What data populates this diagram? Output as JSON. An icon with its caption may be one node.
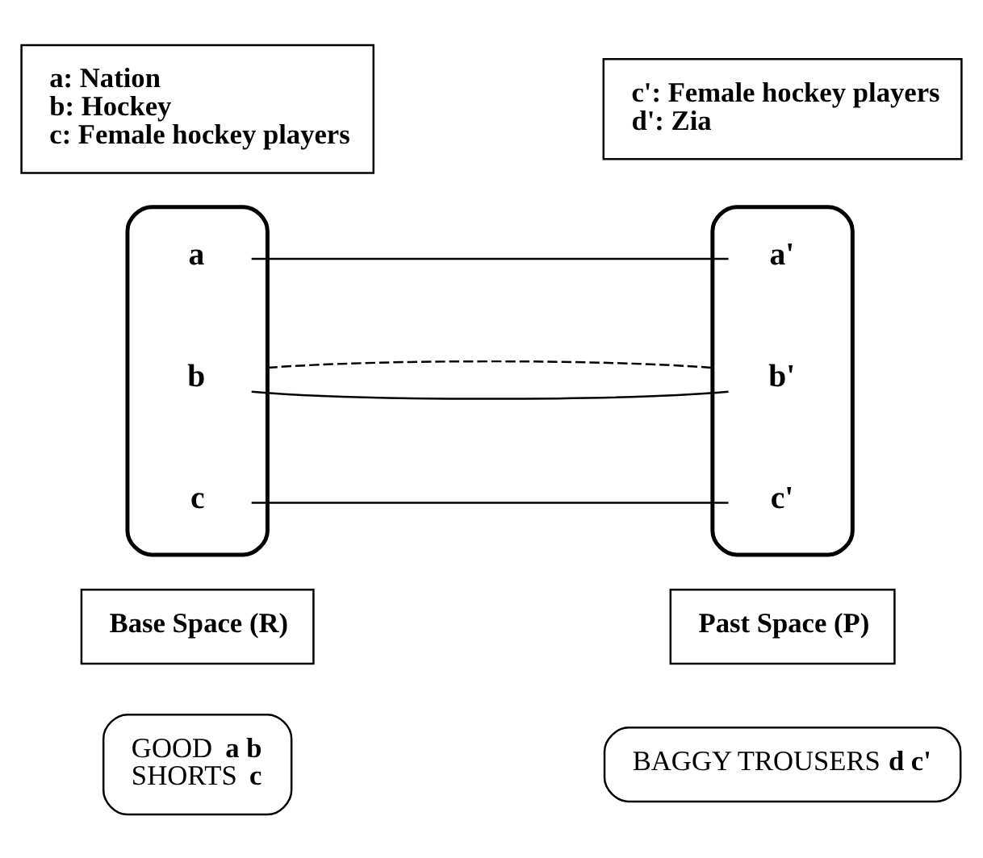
{
  "diagram": {
    "nodes": [
      {
        "text": [
          "a: Nation",
          "b: Hockey",
          "c: Female hockey players"
        ]
      },
      {
        "text": [
          "c': Female hockey players",
          "d': Zia"
        ]
      },
      {
        "text": [],
        "shape": "ellipse"
      },
      {
        "text": [
          "a"
        ],
        "in": 2
      },
      {
        "text": [
          "b"
        ],
        "in": 2
      },
      {
        "text": [
          "c"
        ],
        "in": 2
      },
      {
        "text": [],
        "shape": "ellipse"
      },
      {
        "text": [
          "a'"
        ],
        "in": 6
      },
      {
        "text": [
          "b'"
        ],
        "in": 6
      },
      {
        "text": [
          "c'"
        ],
        "in": 6
      },
      {
        "text": [
          "Base Space (R)"
        ]
      },
      {
        "text": [
          "Past Space (P)"
        ]
      },
      {
        "text": [
          "BAGGY TROUSERS **d c'**"
        ]
      },
      {
        "text": [
          "GOOD **a b**",
          "SHORTS **c**"
        ]
      }
    ],
    "edges": [
      {
        "from": 3,
        "to": 7,
        "arrow": "none"
      },
      {
        "from": 4,
        "to": 8,
        "arrow": "none"
      },
      {
        "from": 5,
        "to": 9,
        "arrow": "none"
      },
      {
        "from": 2,
        "to": 6,
        "arrow": "none",
        "style": "dashed"
      }
    ]
  }
}
